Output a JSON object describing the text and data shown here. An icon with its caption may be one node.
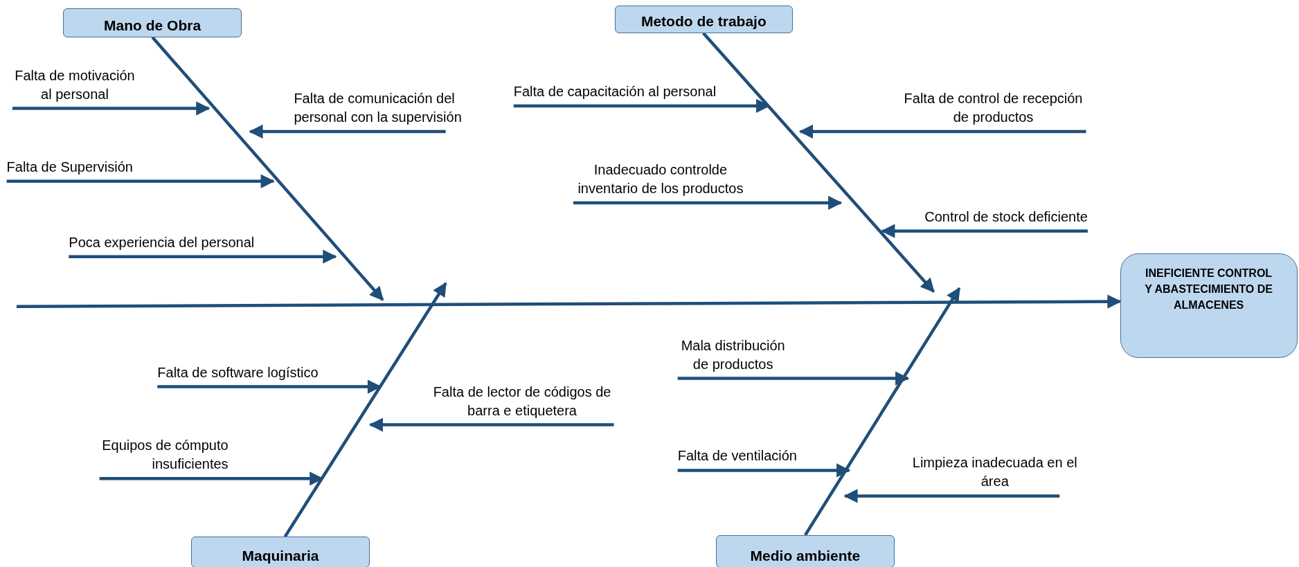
{
  "diagram": {
    "nodes": [
      {
        "text": [
          "Mano de Obra"
        ]
      },
      {
        "text": [
          "Metodo de trabajo"
        ]
      },
      {
        "text": [
          "INEFICIENTE CONTROL Y ABASTECIMIENTO DE ALMACENES"
        ]
      },
      {
        "text": [
          "Maquinaria"
        ]
      },
      {
        "text": [
          "Medio ambiente"
        ]
      },
      {
        "text": [
          "Falta de motivación al personal"
        ]
      },
      {
        "text": [
          "Falta de comunicación del personal con la supervisión"
        ]
      },
      {
        "text": [
          "Falta de Supervisión"
        ]
      },
      {
        "text": [
          "Poca experiencia del personal"
        ]
      },
      {
        "text": [
          "Falta de capacitación al personal"
        ]
      },
      {
        "text": [
          "Falta de control de recepción de productos"
        ]
      },
      {
        "text": [
          "Inadecuado controlde inventario de los productos"
        ]
      },
      {
        "text": [
          "Control de stock deficiente"
        ]
      },
      {
        "text": [
          "Falta de software logístico"
        ]
      },
      {
        "text": [
          "Falta de lector de códigos de barra e etiquetera"
        ]
      },
      {
        "text": [
          "Equipos de cómputo insuficientes"
        ]
      },
      {
        "text": [
          "Mala distribución de productos"
        ]
      },
      {
        "text": [
          "Falta de ventilación"
        ]
      },
      {
        "text": [
          "Limpieza inadecuada en el área"
        ]
      }
    ],
    "edges": [
      {
        "from": 0,
        "to": null,
        "arrow": "to"
      },
      {
        "from": 1,
        "to": null,
        "arrow": "to"
      },
      {
        "from": 3,
        "to": null,
        "arrow": "to"
      },
      {
        "from": 4,
        "to": null,
        "arrow": "to"
      },
      {
        "from": null,
        "to": 2,
        "arrow": "to"
      },
      {
        "from": 5,
        "to": null,
        "arrow": "to"
      },
      {
        "from": 6,
        "to": null,
        "arrow": "to"
      },
      {
        "from": 7,
        "to": null,
        "arrow": "to"
      },
      {
        "from": 8,
        "to": null,
        "arrow": "to"
      },
      {
        "from": 9,
        "to": null,
        "arrow": "to"
      },
      {
        "from": 10,
        "to": null,
        "arrow": "to"
      },
      {
        "from": 11,
        "to": null,
        "arrow": "to"
      },
      {
        "from": 12,
        "to": null,
        "arrow": "to"
      },
      {
        "from": 13,
        "to": null,
        "arrow": "to"
      },
      {
        "from": 14,
        "to": null,
        "arrow": "to"
      },
      {
        "from": 15,
        "to": null,
        "arrow": "to"
      },
      {
        "from": 16,
        "to": null,
        "arrow": "to"
      },
      {
        "from": 17,
        "to": null,
        "arrow": "to"
      },
      {
        "from": 18,
        "to": null,
        "arrow": "to"
      }
    ]
  }
}
